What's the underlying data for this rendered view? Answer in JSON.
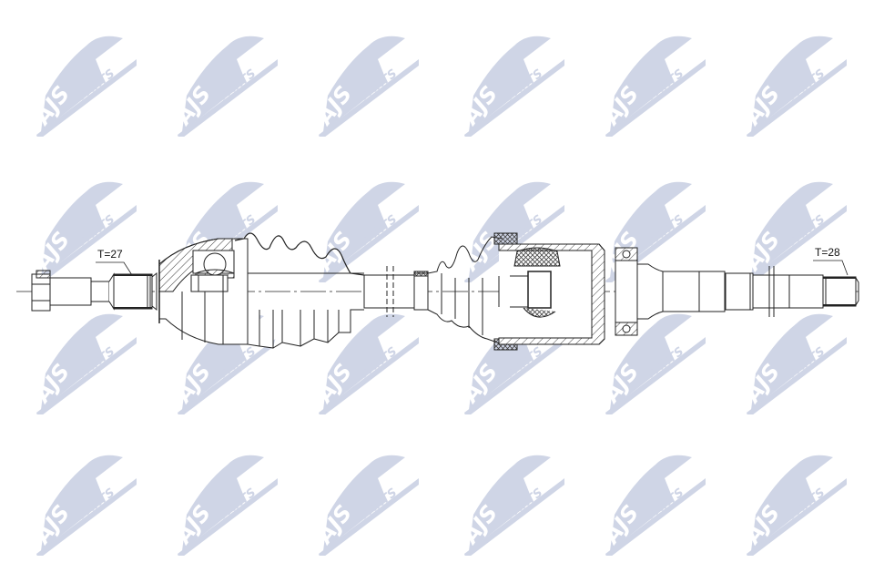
{
  "watermark": {
    "brand_main": "AJS",
    "brand_sub": "PARTS",
    "color": "#cfd5e6",
    "grid_x": [
      40,
      195,
      350,
      510,
      665,
      820
    ],
    "grid_y": [
      30,
      190,
      335,
      490
    ]
  },
  "drawing": {
    "title": "Drive shaft technical drawing",
    "left_spline_label": "T=27",
    "right_spline_label": "T=28",
    "line_color": "#222222",
    "hatch_color": "#444444"
  }
}
